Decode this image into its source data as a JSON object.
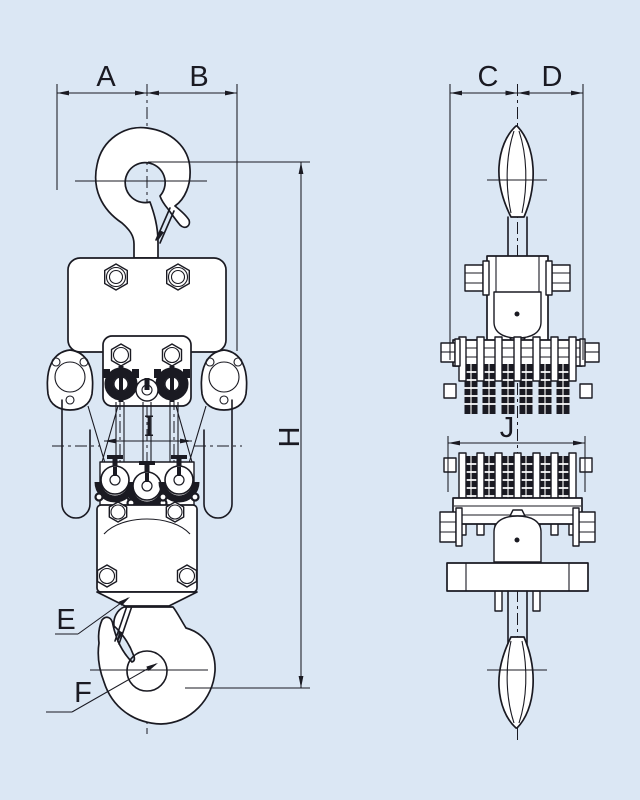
{
  "theme": {
    "bg": "#dbe7f4",
    "ink": "#1a1a22",
    "paper": "#ffffff"
  },
  "drawing": {
    "type": "engineering-dimension-drawing",
    "subject": "chain hoist block with top and bottom hooks, front view and side view",
    "labels": {
      "a": "A",
      "b": "B",
      "c": "C",
      "d": "D",
      "e": "E",
      "f": "F",
      "h": "H",
      "i": "I",
      "j": "J"
    }
  }
}
